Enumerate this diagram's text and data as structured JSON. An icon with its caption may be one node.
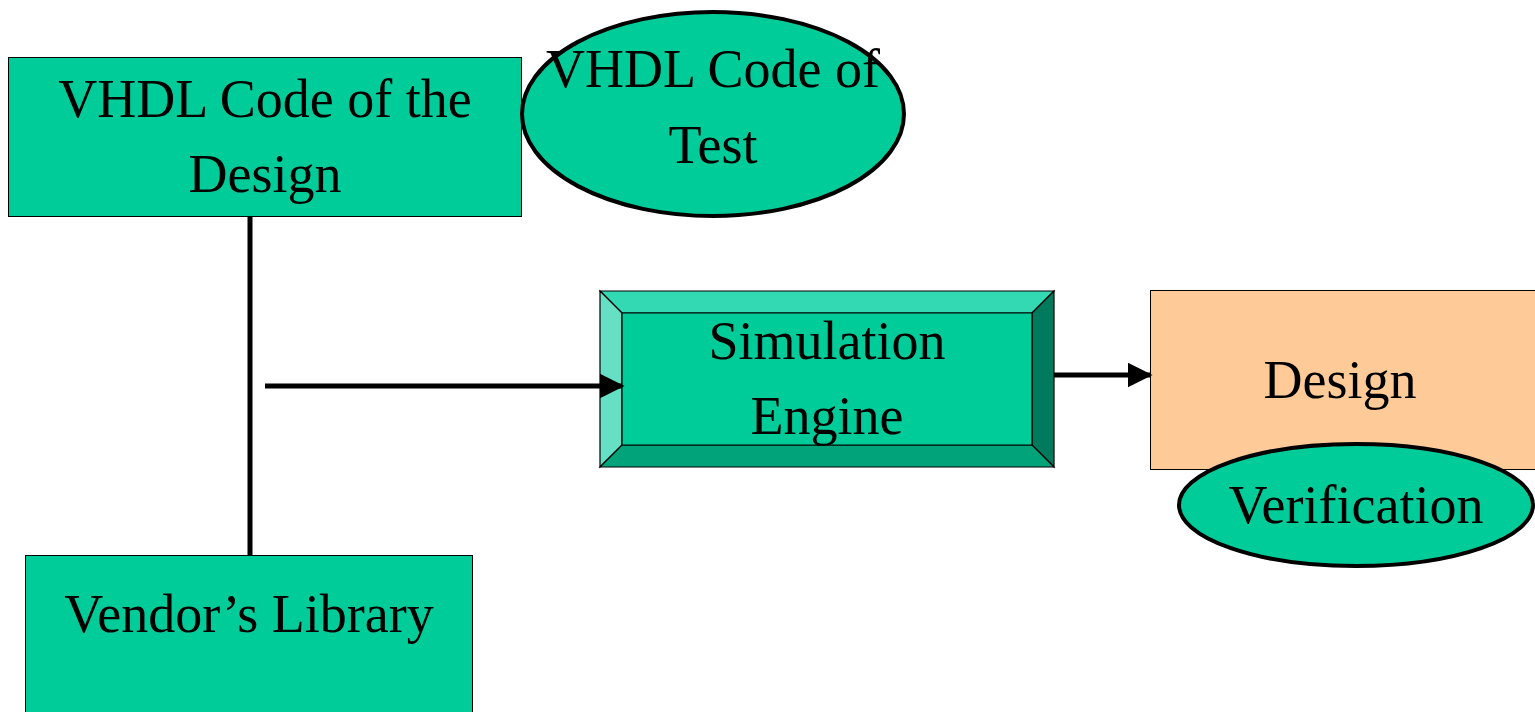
{
  "diagram": {
    "nodes": [
      {
        "text": [
          "VHDL Code of the Design"
        ]
      },
      {
        "text": [
          "VHDL Code of Test"
        ]
      },
      {
        "text": [
          "Simulation Engine"
        ]
      },
      {
        "text": [
          "Design"
        ]
      },
      {
        "text": [
          "Verification"
        ]
      },
      {
        "text": [
          "Vendor’s Library"
        ]
      }
    ],
    "edges": [
      {
        "from": 0,
        "to": 5,
        "arrow": "none"
      },
      {
        "from": null,
        "to": 2,
        "arrow": "to"
      },
      {
        "from": 2,
        "to": 3,
        "arrow": "to"
      }
    ]
  }
}
